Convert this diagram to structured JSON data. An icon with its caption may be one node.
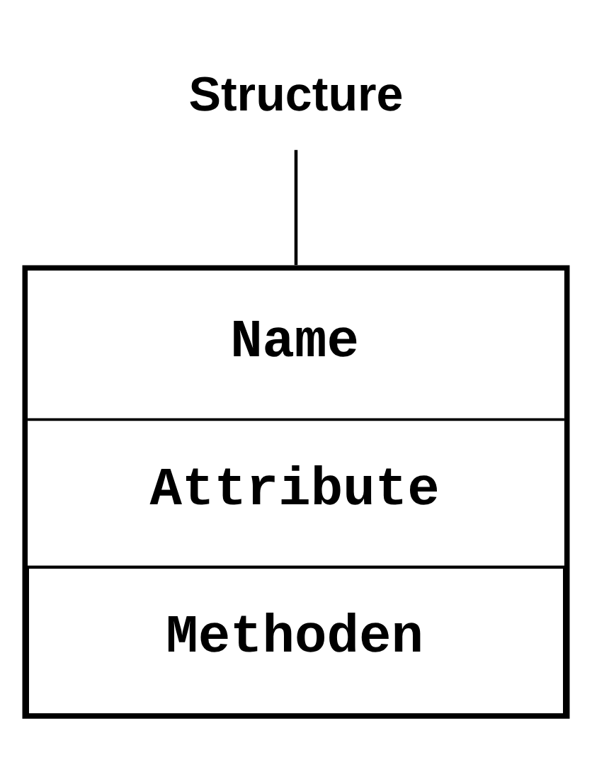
{
  "diagram": {
    "nodes": [
      {
        "text": [
          "Structure"
        ]
      },
      {
        "text": [
          "Name",
          "Attribute",
          "Methoden"
        ]
      }
    ],
    "edges": [
      {
        "from": 0,
        "to": 1,
        "arrow": "none"
      }
    ]
  }
}
